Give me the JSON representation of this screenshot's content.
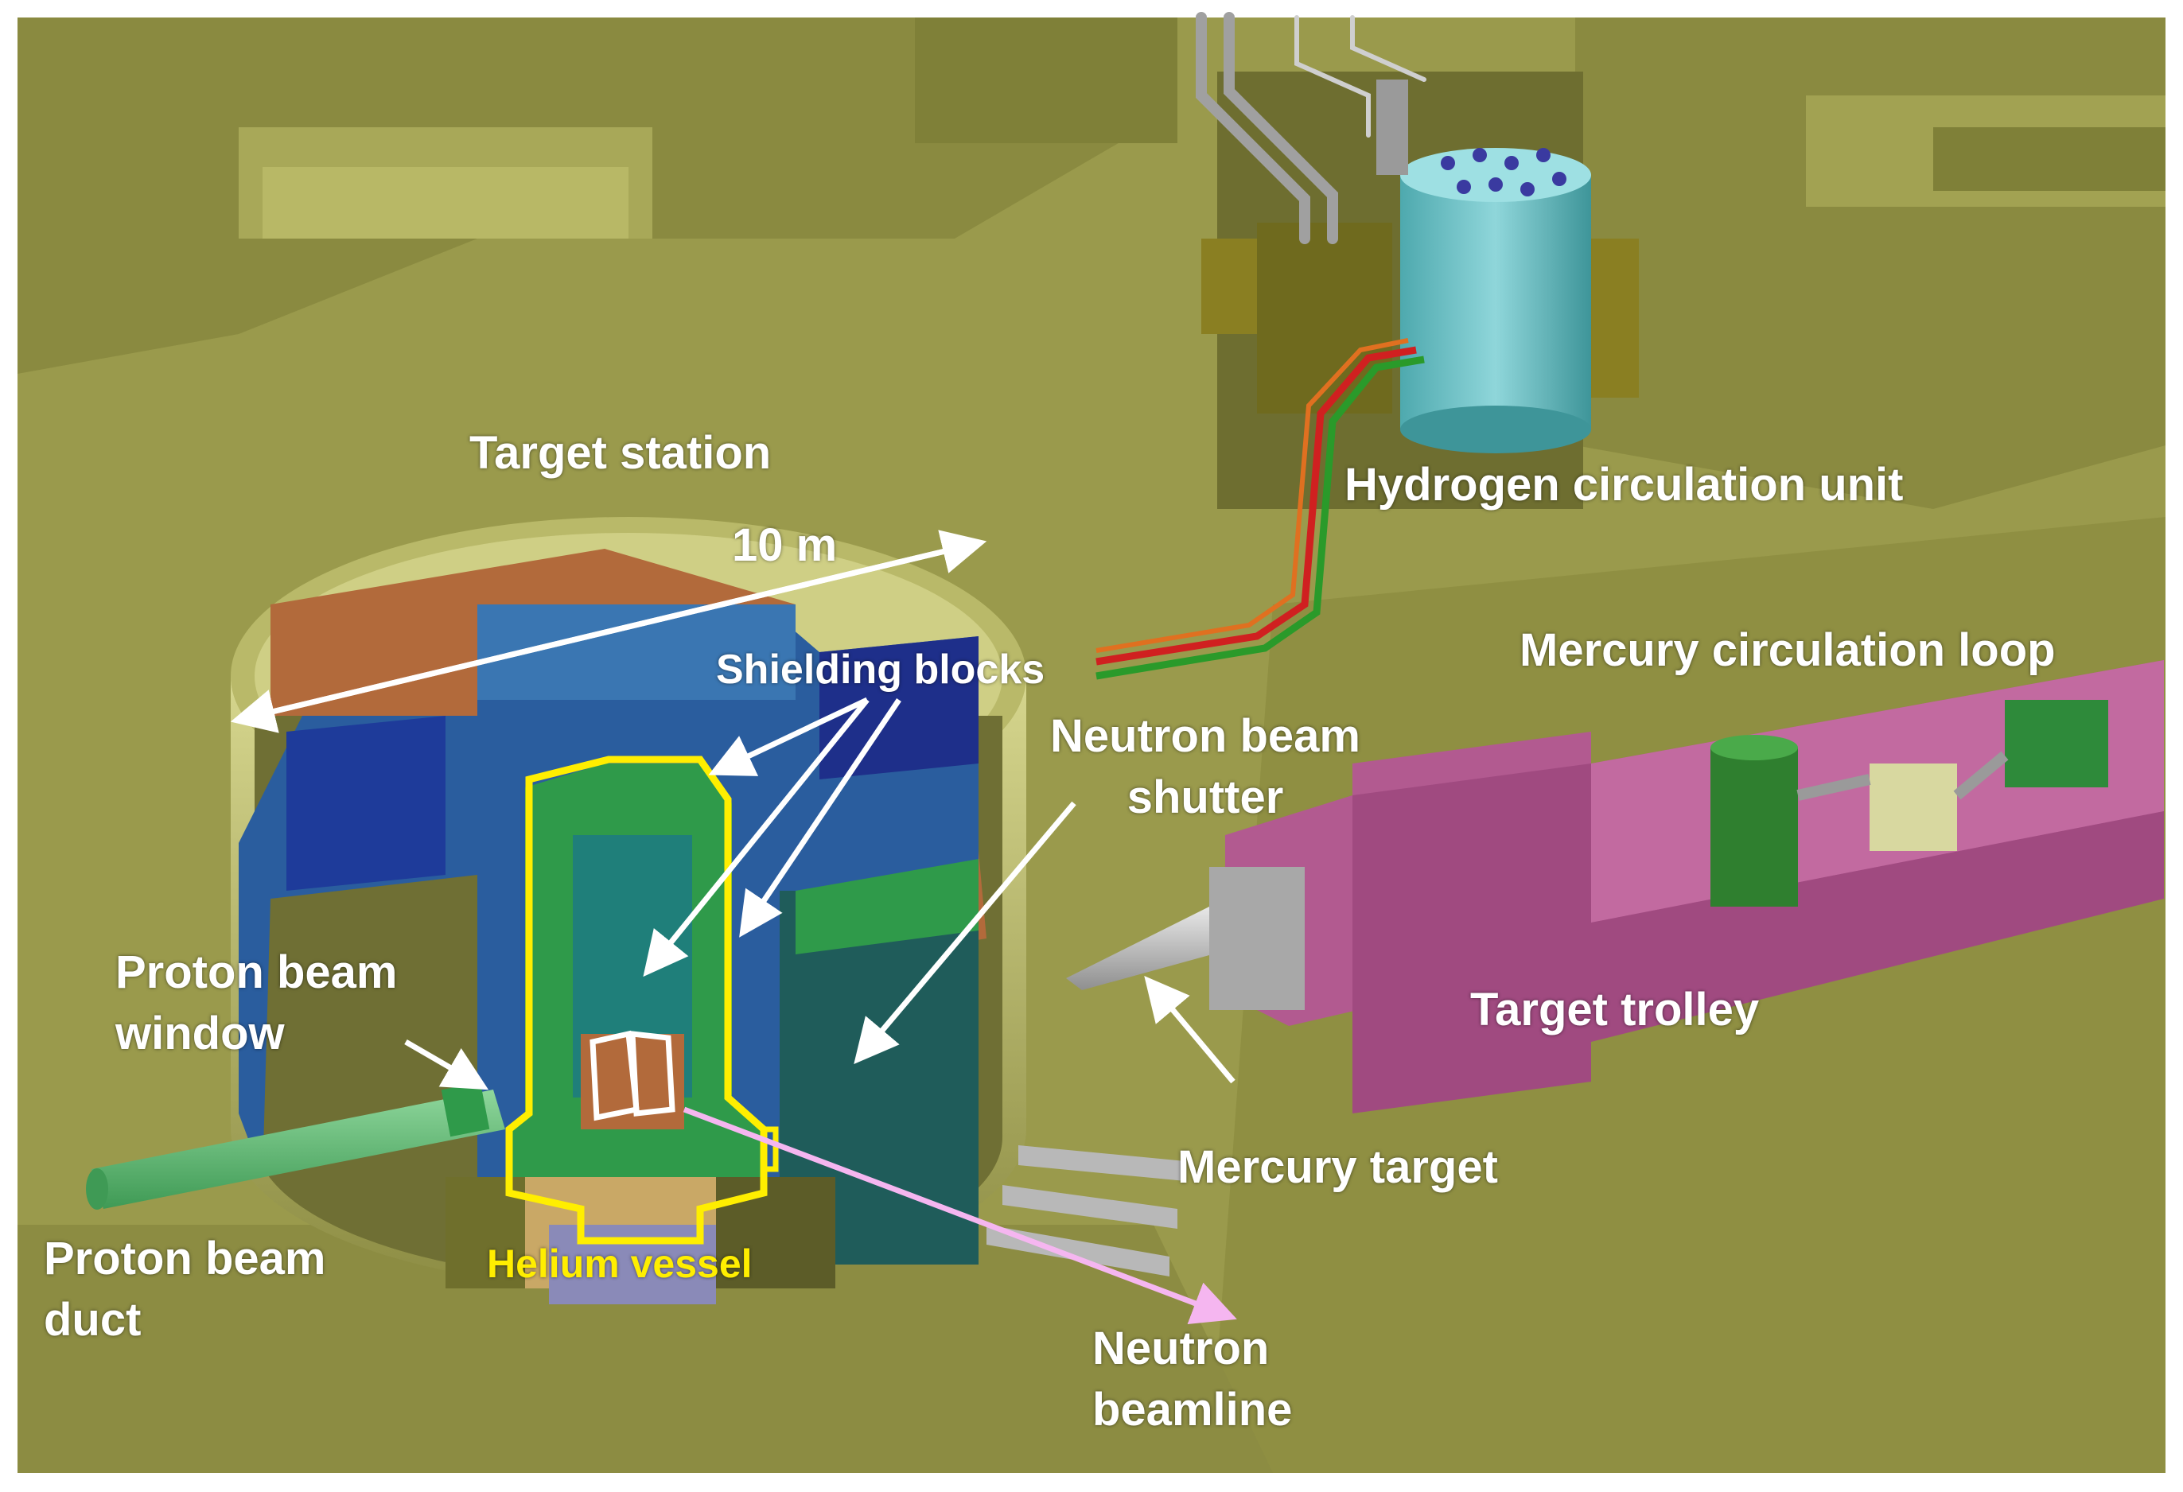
{
  "labels": {
    "target_station": "Target station",
    "dimension": "10 m",
    "hydrogen_unit": "Hydrogen circulation unit",
    "mercury_loop": "Mercury circulation loop",
    "shielding_blocks": "Shielding blocks",
    "neutron_beam_shutter": "Neutron beam shutter",
    "proton_beam_window": "Proton beam window",
    "target_trolley": "Target trolley",
    "mercury_target": "Mercury target",
    "proton_beam_duct": "Proton beam duct",
    "helium_vessel": "Helium vessel",
    "neutron_beamline": "Neutron beamline"
  },
  "colors": {
    "background": "#9a9a4c",
    "wall_dark": "#7f8038",
    "wall_light": "#b4b462",
    "shielding_blue": "#2a5d9e",
    "inner_cyan": "#1f7f7a",
    "green_part": "#2f9a4a",
    "copper_part": "#b26a3b",
    "trolley_magenta": "#b25a90",
    "tank_cyan": "#5fb9bf",
    "helium_outline": "#ffee00",
    "label_text": "#ffffff",
    "beamline_arrow": "#f5b6f0"
  }
}
